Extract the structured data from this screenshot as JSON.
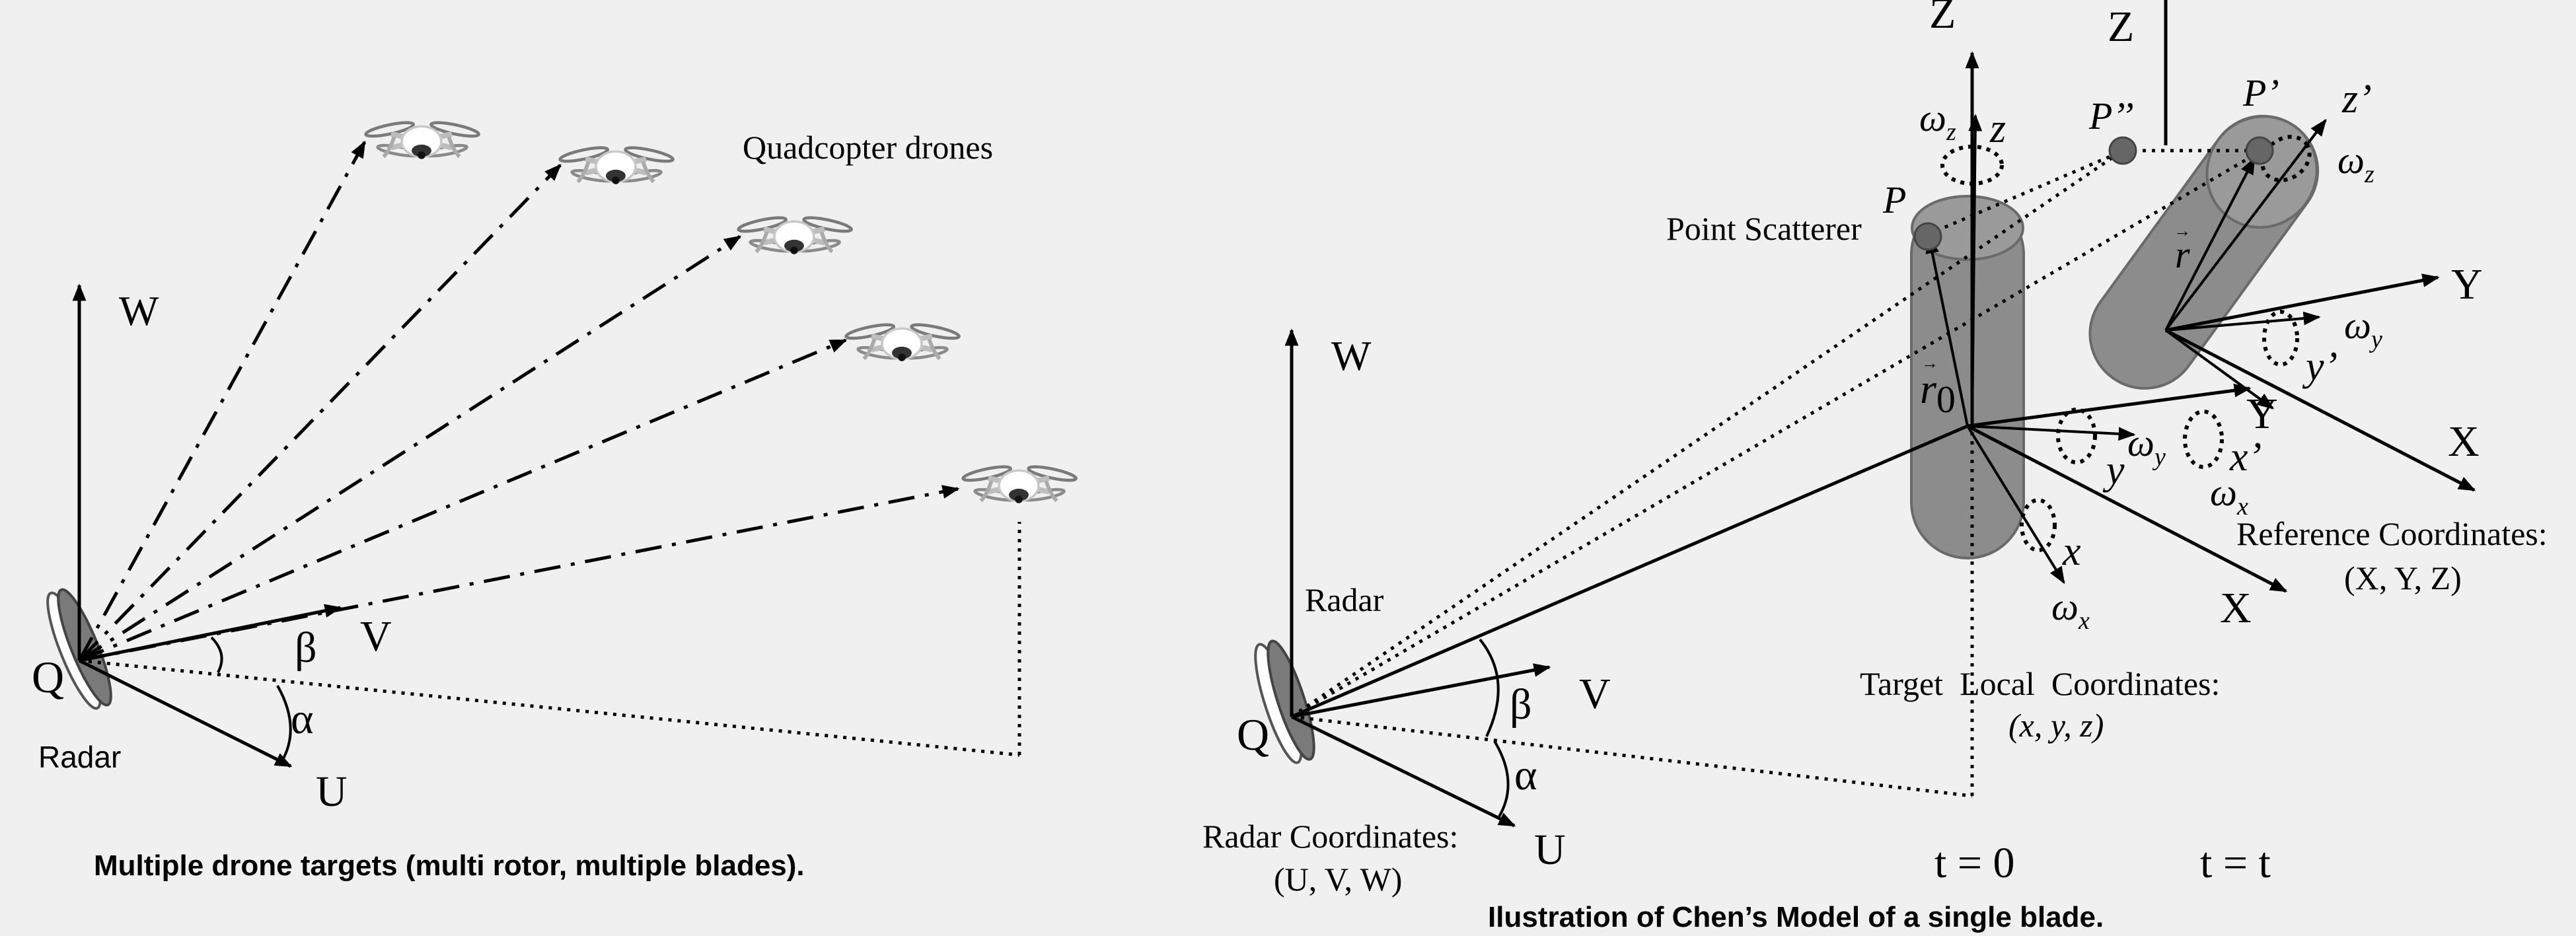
{
  "left_panel": {
    "axis_w": "W",
    "axis_v": "V",
    "axis_u": "U",
    "origin": "Q",
    "angle_beta": "β",
    "angle_alpha": "α",
    "radar_label": "Radar",
    "drones_label": "Quadcopter drones",
    "caption": "Multiple drone targets (multi rotor, multiple blades)."
  },
  "right_panel": {
    "axis_w": "W",
    "axis_v": "V",
    "axis_u": "U",
    "origin": "Q",
    "angle_beta": "β",
    "angle_alpha": "α",
    "radar_label": "Radar",
    "radar_coords_title": "Radar Coordinates:",
    "radar_coords_value": "(U, V, W)",
    "point_scatterer": "Point Scatterer",
    "p": "P",
    "p_prime": "P’",
    "p_double_prime": "P’’",
    "axis_Z_t0": "Z",
    "axis_Z_t": "Z",
    "axis_X_t0": "X",
    "axis_Y_t0": "Y",
    "axis_X_t": "X",
    "axis_Y_t": "Y",
    "local_x": "x",
    "local_y": "y",
    "local_z": "z",
    "local_x_prime": "x’",
    "local_y_prime": "y’",
    "local_z_prime": "z’",
    "omega": "ω",
    "sub_x": "x",
    "sub_y": "y",
    "sub_z": "z",
    "r_vec": "r",
    "r0_vec": "r",
    "r0_sub": "0",
    "vec_arrow": "→",
    "target_coords_title": "Target  Local  Coordinates:",
    "target_coords_value": "(x, y, z)",
    "ref_coords_title": "Reference Coordinates:",
    "ref_coords_value": "(X, Y, Z)",
    "time_0": "t = 0",
    "time_t": "t = t",
    "caption": "Ilustration of Chen’s Model of a single blade."
  }
}
